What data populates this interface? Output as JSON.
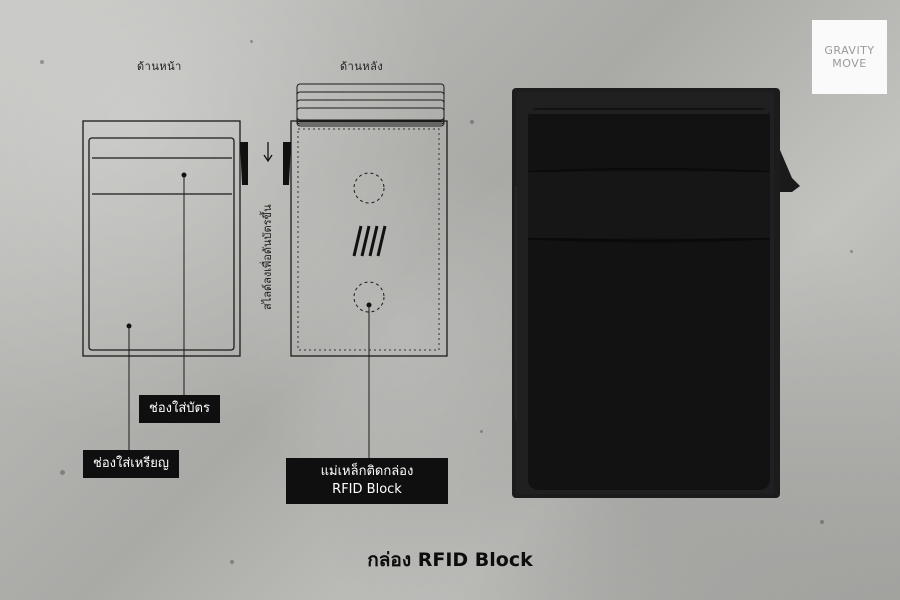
{
  "labels": {
    "front": "ด้านหน้า",
    "back": "ด้านหลัง",
    "slide_hint": "สไลด์ลงเพื่อดันบัตรขึ้น",
    "card_slot": "ช่องใส่บัตร",
    "coin_slot": "ช่องใส่เหรียญ",
    "magnet_line1": "แม่เหล็กติดกล่อง",
    "magnet_line2": "RFID Block",
    "caption": "กล่อง RFID Block"
  },
  "brand": {
    "line1": "GRAVITY",
    "line2": "MOVE"
  },
  "colors": {
    "tag_bg": "#0f0f0f",
    "line": "#1b1b1b",
    "wallet": "#161616"
  }
}
